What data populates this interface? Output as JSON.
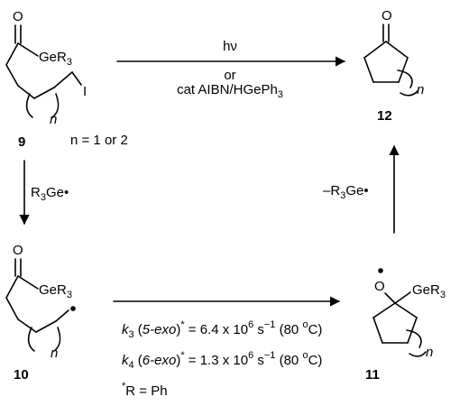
{
  "compounds": {
    "c9": {
      "number": "9",
      "o": "O",
      "ge": "GeR",
      "ge_sub": "3",
      "n": "n",
      "i": "I"
    },
    "c10": {
      "number": "10",
      "o": "O",
      "ge": "GeR",
      "ge_sub": "3",
      "n": "n"
    },
    "c11": {
      "number": "11",
      "o": "O",
      "ge": "GeR",
      "ge_sub": "3",
      "n": "n"
    },
    "c12": {
      "number": "12",
      "o": "O",
      "n": "n"
    }
  },
  "n_condition": "n = 1 or 2",
  "top_arrow": {
    "above": "hν",
    "line2": "or",
    "line3": "cat AIBN/HGePh",
    "line3_sub": "3"
  },
  "left_arrow": {
    "r": "R",
    "sub": "3",
    "rest": "Ge•"
  },
  "right_arrow": {
    "prefix": "–R",
    "sub": "3",
    "rest": "Ge•"
  },
  "rate_constants": {
    "k3": {
      "k": "k",
      "k_sub": "3",
      "open": " (",
      "mode": "5-exo",
      "close": ")",
      "star": "*",
      "eq": " = 6.4 x 10",
      "exp": "6",
      "unit": " s",
      "unit_exp": "−1",
      "temp_open": " (80 ",
      "deg": "o",
      "temp_close": "C)"
    },
    "k4": {
      "k": "k",
      "k_sub": "4",
      "open": " (",
      "mode": "6-exo",
      "close": ")",
      "star": "*",
      "eq": " = 1.3 x 10",
      "exp": "6",
      "unit": " s",
      "unit_exp": "−1",
      "temp_open": " (80 ",
      "deg": "o",
      "temp_close": "C)"
    }
  },
  "footnote": {
    "star": "*",
    "text": "R = Ph"
  }
}
